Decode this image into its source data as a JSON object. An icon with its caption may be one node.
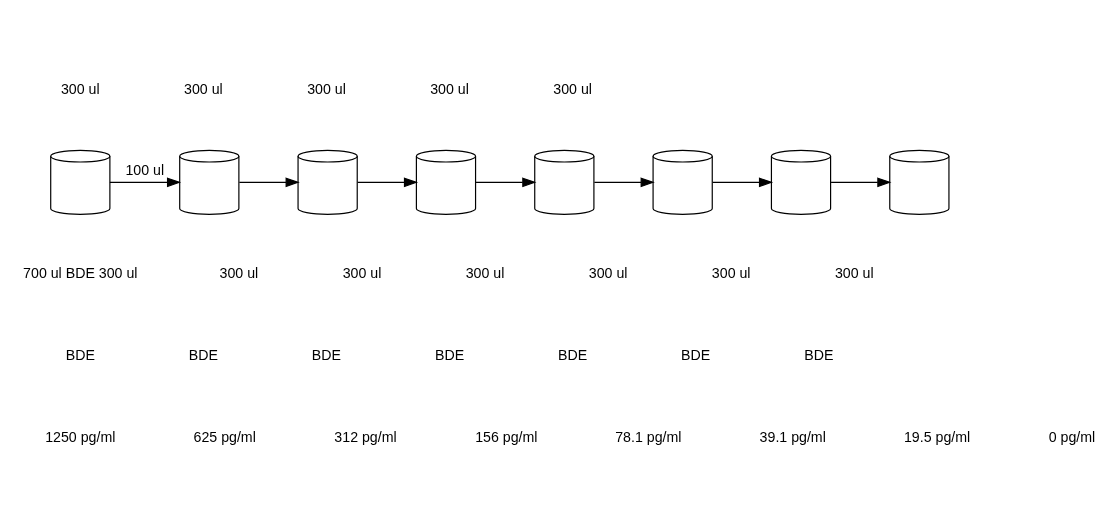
{
  "diagram": {
    "nodes": [
      {
        "text": [],
        "shape": "cylinder"
      },
      {
        "text": [],
        "shape": "cylinder"
      },
      {
        "text": [],
        "shape": "cylinder"
      },
      {
        "text": [],
        "shape": "cylinder"
      },
      {
        "text": [],
        "shape": "cylinder"
      },
      {
        "text": [],
        "shape": "cylinder"
      },
      {
        "text": [],
        "shape": "cylinder"
      },
      {
        "text": [],
        "shape": "cylinder"
      }
    ],
    "edges": [
      {
        "from": 0,
        "to": 1,
        "arrow": "to",
        "label": "100 ul"
      },
      {
        "from": 1,
        "to": 2,
        "arrow": "to"
      },
      {
        "from": 2,
        "to": 3,
        "arrow": "to"
      },
      {
        "from": 3,
        "to": 4,
        "arrow": "to"
      },
      {
        "from": 4,
        "to": 5,
        "arrow": "to"
      },
      {
        "from": 5,
        "to": 6,
        "arrow": "to"
      },
      {
        "from": 6,
        "to": 7,
        "arrow": "to"
      }
    ],
    "labels": [
      "300 ul",
      "300 ul",
      "300 ul",
      "300 ul",
      "300 ul",
      "700 ul BDE 300 ul",
      "300 ul",
      "300 ul",
      "300 ul",
      "300 ul",
      "300 ul",
      "300 ul",
      "BDE",
      "BDE",
      "BDE",
      "BDE",
      "BDE",
      "BDE",
      "BDE",
      "1250 pg/ml",
      "625 pg/ml",
      "312 pg/ml",
      "156 pg/ml",
      "78.1 pg/ml",
      "39.1 pg/ml",
      "19.5 pg/ml",
      "0 pg/ml"
    ]
  }
}
